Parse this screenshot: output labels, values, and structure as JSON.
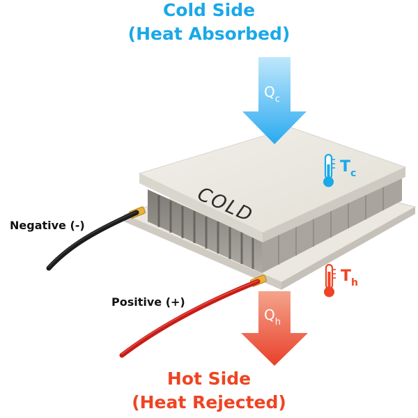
{
  "cold_side": {
    "title_line1": "Cold Side",
    "title_line2": "(Heat Absorbed)",
    "heat_letter": "Q",
    "heat_subscript": "c",
    "temp_letter": "T",
    "temp_subscript": "c",
    "color": "#1aa8e8"
  },
  "hot_side": {
    "title_line1": "Hot Side",
    "title_line2": "(Heat Rejected)",
    "heat_letter": "Q",
    "heat_subscript": "h",
    "temp_letter": "T",
    "temp_subscript": "h",
    "color": "#ee4423"
  },
  "module_label": "COLD",
  "wires": {
    "negative_label": "Negative (-)",
    "positive_label": "Positive (+)"
  },
  "icons": {
    "cold_thermometer": "thermometer-icon",
    "hot_thermometer": "thermometer-icon"
  }
}
